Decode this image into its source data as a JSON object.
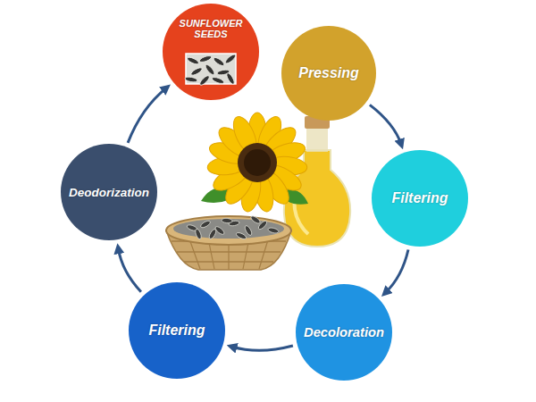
{
  "diagram": {
    "nodes": [
      {
        "text": [
          "SUNFLOWER SEEDS"
        ]
      },
      {
        "text": [
          "Pressing"
        ]
      },
      {
        "text": [
          "Filtering"
        ]
      },
      {
        "text": [
          "Decoloration"
        ]
      },
      {
        "text": [
          "Filtering"
        ]
      },
      {
        "text": [
          "Deodorization"
        ]
      }
    ],
    "edges": [
      {
        "from": 1,
        "to": 2,
        "arrow": "to"
      },
      {
        "from": 2,
        "to": 3,
        "arrow": "to"
      },
      {
        "from": 3,
        "to": 4,
        "arrow": "to"
      },
      {
        "from": 4,
        "to": 5,
        "arrow": "to"
      },
      {
        "from": 5,
        "to": 0,
        "arrow": "to"
      }
    ]
  }
}
